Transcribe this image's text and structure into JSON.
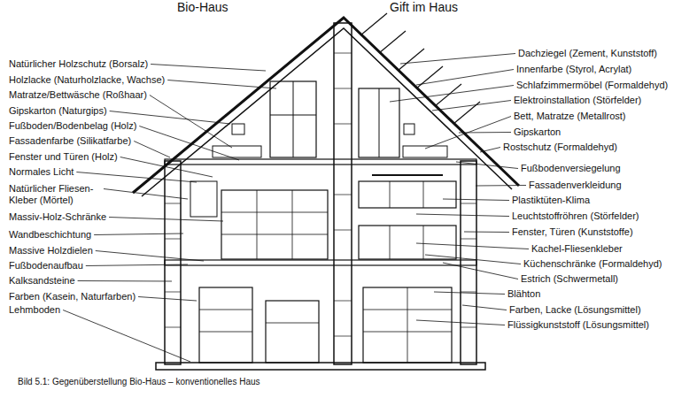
{
  "diagram": {
    "caption": "Bild 5.1: Gegenüberstellung Bio-Haus – konventionelles Haus",
    "labels": [
      "Bio-Haus",
      "Gift im Haus",
      "Natürlicher Holzschutz (Borsalz)",
      "Holzlacke (Naturholzlacke, Wachse)",
      "Matratze/Bettwäsche (Roßhaar)",
      "Gipskarton (Naturgips)",
      "Fußboden/Bodenbelag (Holz)",
      "Fassadenfarbe (Silikatfarbe)",
      "Fenster und Türen (Holz)",
      "Normales Licht",
      "Natürlicher Fliesen- Kleber (Mörtel)",
      "Massiv-Holz-Schränke",
      "Wandbeschichtung",
      "Massive Holzdielen",
      "Fußbodenaufbau",
      "Kalksandsteine",
      "Farben (Kasein, Naturfarben)",
      "Lehmboden",
      "Dachziegel (Zement, Kunststoff)",
      "Innenfarbe (Styrol, Acrylat)",
      "Schlafzimmermöbel (Formaldehyd)",
      "Elektroinstallation (Störfelder)",
      "Bett, Matratze (Metallrost)",
      "Gipskarton",
      "Rostschutz (Formaldehyd)",
      "Fußbodenversiegelung",
      "Fassadenverkleidung",
      "Plastiktüten-Klima",
      "Leuchtstoffröhren (Störfelder)",
      "Fenster, Türen (Kunststoffe)",
      "Kachel-Fliesenkleber",
      "Küchenschränke (Formaldehyd)",
      "Estrich (Schwermetall)",
      "Blähton",
      "Farben, Lacke (Lösungsmittel)",
      "Flüssigkunststoff (Lösungsmittel)"
    ]
  }
}
